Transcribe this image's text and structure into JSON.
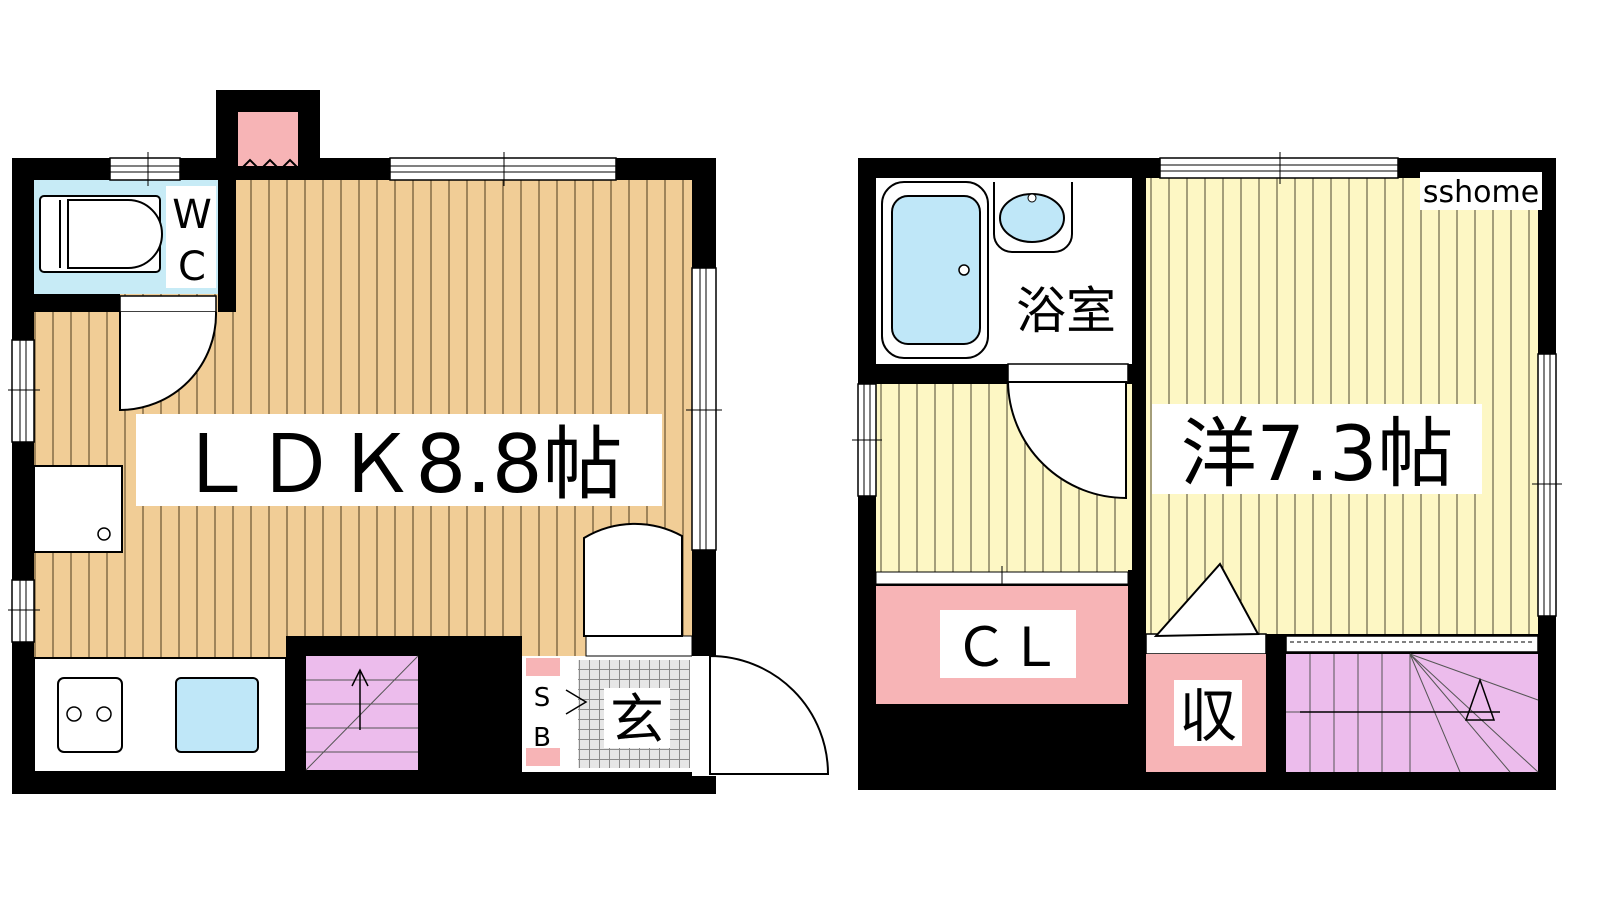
{
  "watermark": "sshome",
  "floor1": {
    "ldk_label": "ＬＤＫ8.8帖",
    "wc_label_1": "W",
    "wc_label_2": "C",
    "sb_label_1": "S",
    "sb_label_2": "B",
    "entrance_label": "玄"
  },
  "floor2": {
    "bath_label": "浴室",
    "western_label": "洋7.3帖",
    "closet_label": "ＣＬ",
    "storage_label": "収"
  },
  "colors": {
    "wall": "#000000",
    "ldk_floor": "#f1cd96",
    "western_floor": "#fdf7c4",
    "wet_area": "#c7ebf6",
    "fixture_blue": "#bfe7f8",
    "storage_pink": "#f7b4b6",
    "stairs_purple": "#ecbcec",
    "entrance_grey": "#e6e6e6"
  }
}
